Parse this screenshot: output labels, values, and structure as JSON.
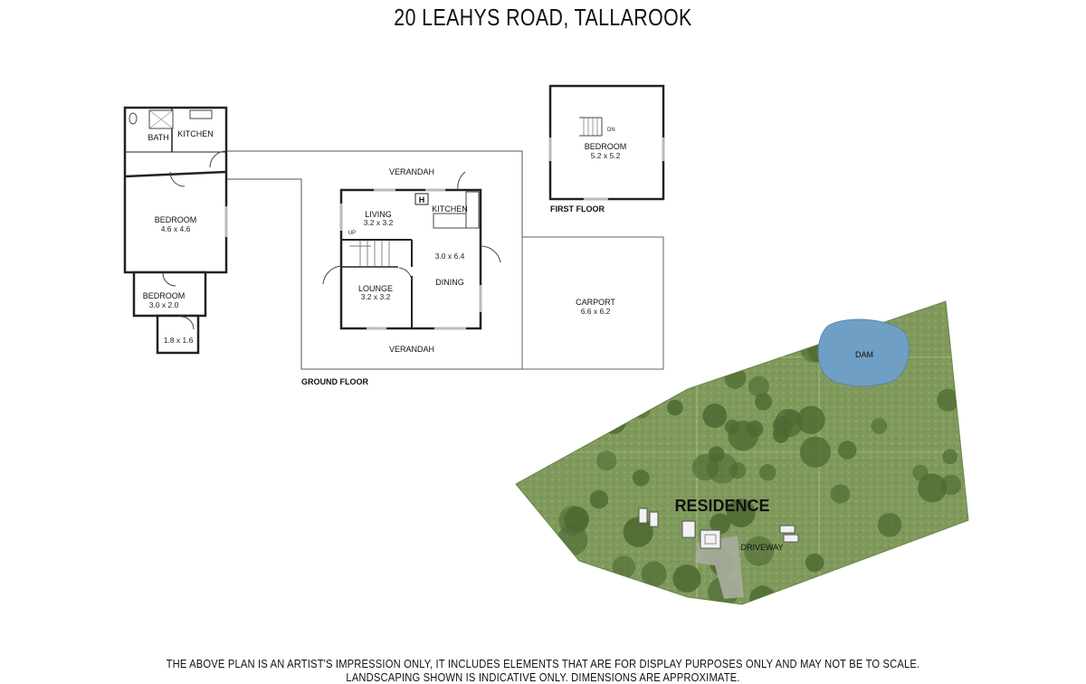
{
  "title": "20 LEAHYS ROAD, TALLAROOK",
  "floor_labels": {
    "ground": "GROUND FLOOR",
    "first": "FIRST FLOOR"
  },
  "cottage": {
    "bath": "BATH",
    "kitchen": "KITCHEN",
    "bedroom1": "BEDROOM",
    "bedroom1_dim": "4.6 x 4.6",
    "bedroom2": "BEDROOM",
    "bedroom2_dim": "3.0 x 2.0",
    "store_dim": "1.8 x 1.6"
  },
  "main_house": {
    "verandah_top": "VERANDAH",
    "verandah_bottom": "VERANDAH",
    "living": "LIVING",
    "living_dim": "3.2 x 3.2",
    "kitchen": "KITCHEN",
    "heater": "H",
    "up": "UP",
    "lounge": "LOUNGE",
    "lounge_dim": "3.2 x 3.2",
    "dining_dim": "3.0 x 6.4",
    "dining": "DINING"
  },
  "first_floor": {
    "bedroom": "BEDROOM",
    "bedroom_dim": "5.2 x 5.2",
    "dn": "DN"
  },
  "carport": {
    "label": "CARPORT",
    "dim": "6.6 x 6.2"
  },
  "site": {
    "dam": "DAM",
    "residence": "RESIDENCE",
    "driveway": "DRIVEWAY"
  },
  "colors": {
    "grass": "#7f9a5c",
    "trees": "#4d6a33",
    "dam": "#6f9fc4"
  },
  "disclaimer": {
    "line1": "THE ABOVE PLAN IS AN ARTIST'S IMPRESSION ONLY, IT INCLUDES ELEMENTS THAT ARE FOR DISPLAY PURPOSES ONLY AND MAY NOT BE TO SCALE.",
    "line2": "LANDSCAPING SHOWN IS INDICATIVE ONLY. DIMENSIONS ARE APPROXIMATE."
  }
}
